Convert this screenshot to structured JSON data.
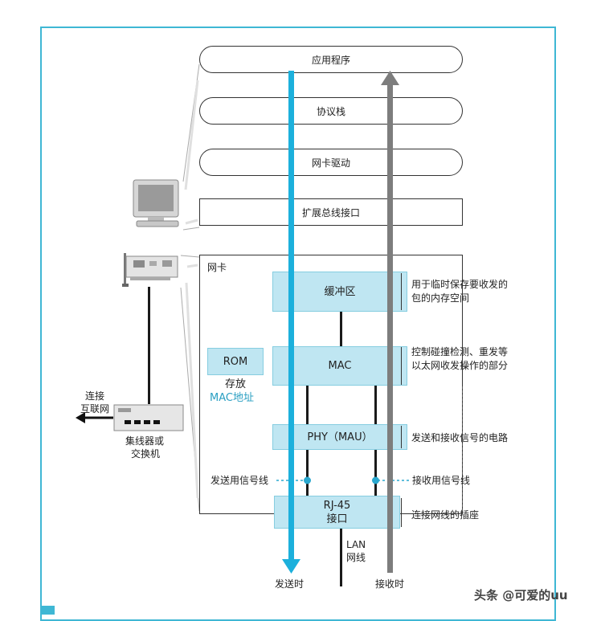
{
  "layers": {
    "app": "应用程序",
    "protocol_stack": "协议栈",
    "nic_driver": "网卡驱动",
    "bus_interface": "扩展总线接口"
  },
  "nic": {
    "label": "网卡",
    "buffer": "缓冲区",
    "mac": "MAC",
    "phy": "PHY（MAU）",
    "rom": "ROM",
    "rom_desc_1": "存放",
    "rom_desc_2": "MAC地址",
    "rj45_line1": "RJ-45",
    "rj45_line2": "接口"
  },
  "annotations": {
    "buffer_1": "用于临时保存要收发的",
    "buffer_2": "包的内存空间",
    "mac_1": "控制碰撞检测、重发等",
    "mac_2": "以太网收发操作的部分",
    "phy": "发送和接收信号的电路",
    "send_line": "发送用信号线",
    "recv_line": "接收用信号线",
    "rj45": "连接网线的插座"
  },
  "external": {
    "internet_1": "连接",
    "internet_2": "互联网",
    "hub_1": "集线器或",
    "hub_2": "交换机",
    "lan_1": "LAN",
    "lan_2": "网线"
  },
  "flows": {
    "send": "发送时",
    "recv": "接收时"
  },
  "colors": {
    "frame": "#3fb7d4",
    "box_fill": "#bfe6f2",
    "send_arrow": "#1cb0dc",
    "recv_arrow": "#7d7d7d"
  },
  "watermark": "头条 @可爱的uu"
}
